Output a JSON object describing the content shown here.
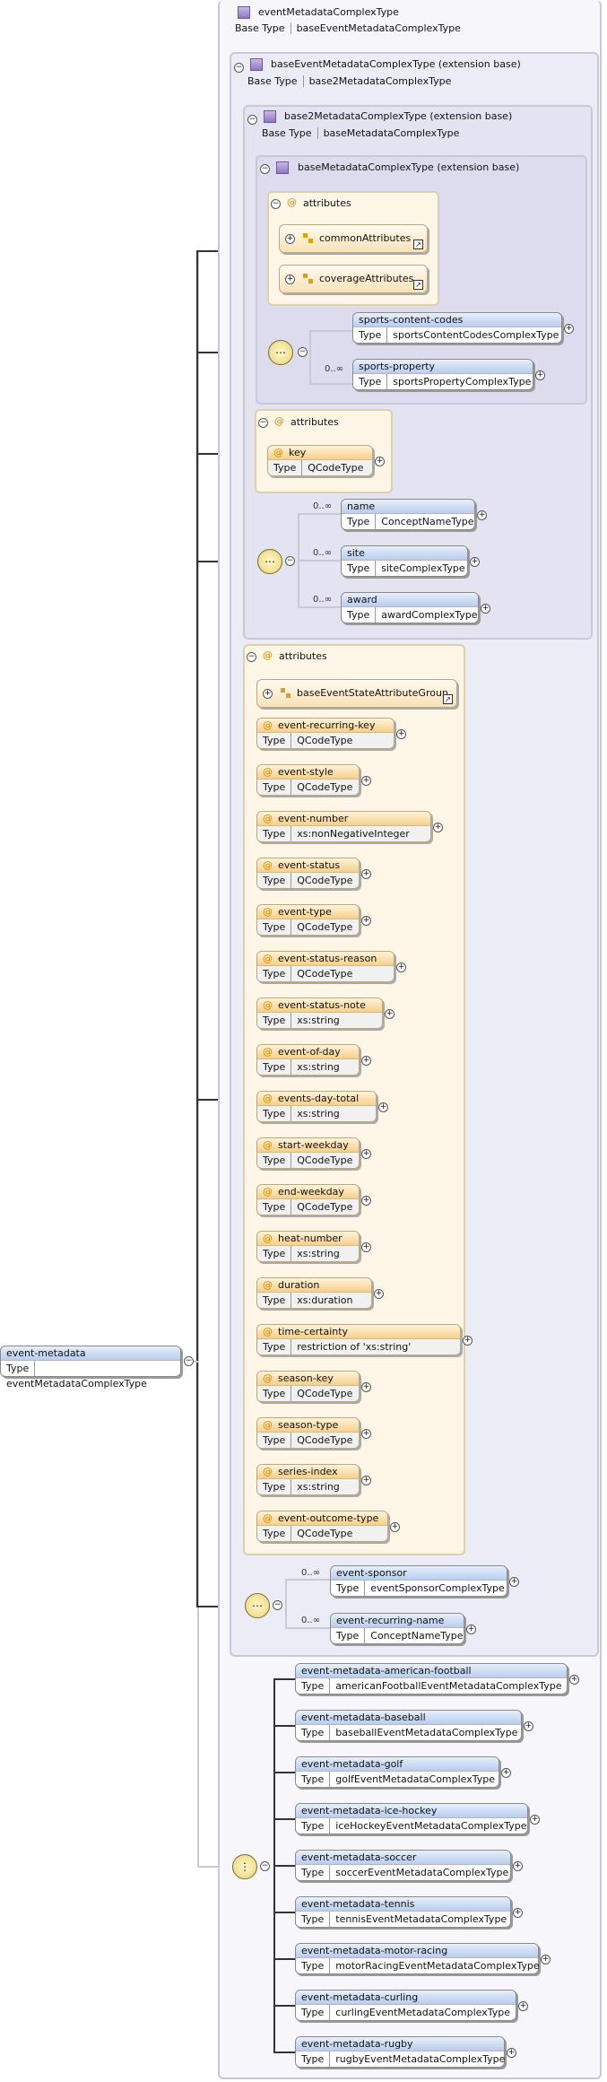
{
  "root": {
    "name": "event-metadata",
    "type_key": "Type",
    "type_value": "eventMetadataComplexType"
  },
  "level0": {
    "title": "eventMetadataComplexType",
    "base_key": "Base Type",
    "base_value": "baseEventMetadataComplexType"
  },
  "level1": {
    "title": "baseEventMetadataComplexType (extension base)",
    "base_key": "Base Type",
    "base_value": "base2MetadataComplexType"
  },
  "level2": {
    "title": "base2MetadataComplexType (extension base)",
    "base_key": "Base Type",
    "base_value": "baseMetadataComplexType"
  },
  "level3": {
    "title": "baseMetadataComplexType (extension base)"
  },
  "attributes_label": "attributes",
  "type_key": "Type",
  "inner_groups": [
    {
      "label": "commonAttributes"
    },
    {
      "label": "coverageAttributes"
    }
  ],
  "seq1": [
    {
      "name": "sports-content-codes",
      "type": "sportsContentCodesComplexType",
      "occ": ""
    },
    {
      "name": "sports-property",
      "type": "sportsPropertyComplexType",
      "occ": "0..∞"
    }
  ],
  "key_attr": {
    "name": "key",
    "type": "QCodeType"
  },
  "seq2": [
    {
      "name": "name",
      "type": "ConceptNameType",
      "occ": "0..∞"
    },
    {
      "name": "site",
      "type": "siteComplexType",
      "occ": "0..∞"
    },
    {
      "name": "award",
      "type": "awardComplexType",
      "occ": "0..∞"
    }
  ],
  "state_group": {
    "label": "baseEventStateAttributeGroup"
  },
  "attrs": [
    {
      "name": "event-recurring-key",
      "type": "QCodeType"
    },
    {
      "name": "event-style",
      "type": "QCodeType"
    },
    {
      "name": "event-number",
      "type": "xs:nonNegativeInteger"
    },
    {
      "name": "event-status",
      "type": "QCodeType"
    },
    {
      "name": "event-type",
      "type": "QCodeType"
    },
    {
      "name": "event-status-reason",
      "type": "QCodeType"
    },
    {
      "name": "event-status-note",
      "type": "xs:string"
    },
    {
      "name": "event-of-day",
      "type": "xs:string"
    },
    {
      "name": "events-day-total",
      "type": "xs:string"
    },
    {
      "name": "start-weekday",
      "type": "QCodeType"
    },
    {
      "name": "end-weekday",
      "type": "QCodeType"
    },
    {
      "name": "heat-number",
      "type": "xs:string"
    },
    {
      "name": "duration",
      "type": "xs:duration"
    },
    {
      "name": "time-certainty",
      "type": "restriction of 'xs:string'"
    },
    {
      "name": "season-key",
      "type": "QCodeType"
    },
    {
      "name": "season-type",
      "type": "QCodeType"
    },
    {
      "name": "series-index",
      "type": "xs:string"
    },
    {
      "name": "event-outcome-type",
      "type": "QCodeType"
    }
  ],
  "seq3": [
    {
      "name": "event-sponsor",
      "type": "eventSponsorComplexType",
      "occ": "0..∞"
    },
    {
      "name": "event-recurring-name",
      "type": "ConceptNameType",
      "occ": "0..∞"
    }
  ],
  "choice": [
    {
      "name": "event-metadata-american-football",
      "type": "americanFootballEventMetadataComplexType"
    },
    {
      "name": "event-metadata-baseball",
      "type": "baseballEventMetadataComplexType"
    },
    {
      "name": "event-metadata-golf",
      "type": "golfEventMetadataComplexType"
    },
    {
      "name": "event-metadata-ice-hockey",
      "type": "iceHockeyEventMetadataComplexType"
    },
    {
      "name": "event-metadata-soccer",
      "type": "soccerEventMetadataComplexType"
    },
    {
      "name": "event-metadata-tennis",
      "type": "tennisEventMetadataComplexType"
    },
    {
      "name": "event-metadata-motor-racing",
      "type": "motorRacingEventMetadataComplexType"
    },
    {
      "name": "event-metadata-curling",
      "type": "curlingEventMetadataComplexType"
    },
    {
      "name": "event-metadata-rugby",
      "type": "rugbyEventMetadataComplexType"
    }
  ]
}
